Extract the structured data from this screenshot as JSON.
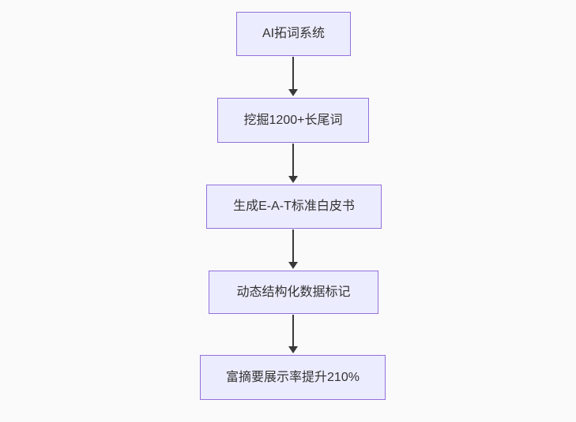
{
  "diagram": {
    "type": "flowchart",
    "direction": "top-down",
    "nodes": [
      {
        "label": "AI拓词系统"
      },
      {
        "label": "挖掘1200+长尾词"
      },
      {
        "label": "生成E-A-T标准白皮书"
      },
      {
        "label": "动态结构化数据标记"
      },
      {
        "label": "富摘要展示率提升210%"
      }
    ],
    "edges": [
      {
        "from": 0,
        "to": 1
      },
      {
        "from": 1,
        "to": 2
      },
      {
        "from": 2,
        "to": 3
      },
      {
        "from": 3,
        "to": 4
      }
    ],
    "colors": {
      "node_fill": "#ececff",
      "node_border": "#9370db",
      "arrow": "#383838",
      "text": "#333333",
      "background": "#fafafa"
    }
  }
}
